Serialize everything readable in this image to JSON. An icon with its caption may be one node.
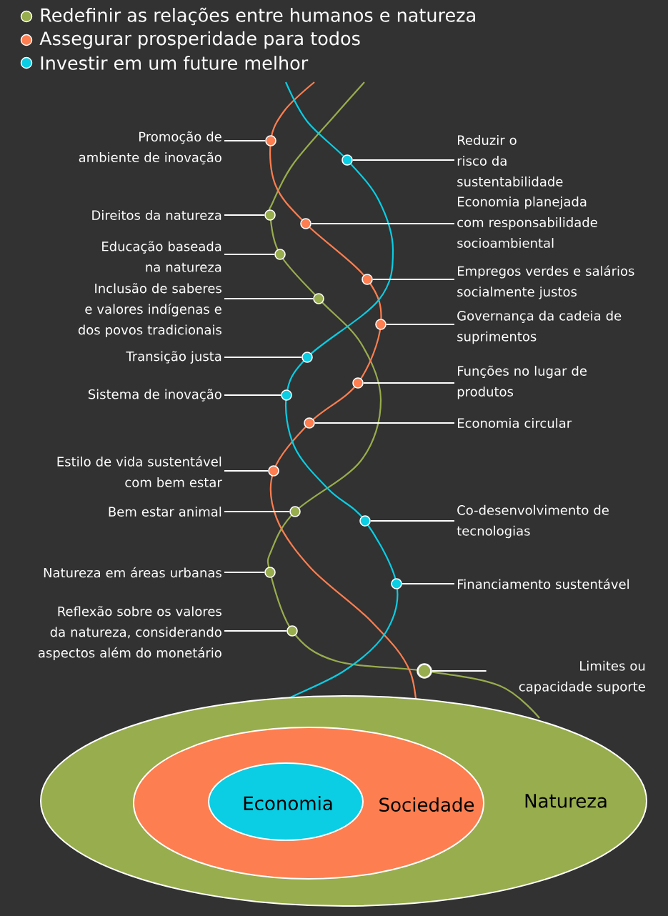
{
  "diagram": {
    "nodes": [
      {
        "text": [
          "Promoção de ambiente de inovação"
        ]
      },
      {
        "text": [],
        "shape": "circle"
      },
      {
        "text": [
          "Reduzir o risco da sustentabilidade"
        ]
      },
      {
        "text": [],
        "shape": "circle"
      },
      {
        "text": [
          "Direitos da natureza"
        ]
      },
      {
        "text": [],
        "shape": "circle"
      },
      {
        "text": [
          "Economia planejada com responsabilidade socioambiental"
        ]
      },
      {
        "text": [],
        "shape": "circle"
      },
      {
        "text": [
          "Educação baseada na natureza"
        ]
      },
      {
        "text": [],
        "shape": "circle"
      },
      {
        "text": [
          "Empregos verdes e salários socialmente justos"
        ]
      },
      {
        "text": [],
        "shape": "circle"
      },
      {
        "text": [
          "Inclusão de saberes e valores indígenas e dos povos tradicionais"
        ]
      },
      {
        "text": [],
        "shape": "circle"
      },
      {
        "text": [
          "Governança da cadeia de suprimentos"
        ]
      },
      {
        "text": [],
        "shape": "circle"
      },
      {
        "text": [
          "Transição justa"
        ]
      },
      {
        "text": [],
        "shape": "circle"
      },
      {
        "text": [
          "Funções no lugar de produtos"
        ]
      },
      {
        "text": [],
        "shape": "circle"
      },
      {
        "text": [
          "Sistema de inovação"
        ]
      },
      {
        "text": [],
        "shape": "circle"
      },
      {
        "text": [
          "Economia circular"
        ]
      },
      {
        "text": [],
        "shape": "circle"
      },
      {
        "text": [
          "Estilo de vida sustentável com bem estar"
        ]
      },
      {
        "text": [],
        "shape": "circle"
      },
      {
        "text": [
          "Bem estar animal"
        ]
      },
      {
        "text": [],
        "shape": "circle"
      },
      {
        "text": [
          "Co-desenvolvimento de tecnologias"
        ]
      },
      {
        "text": [],
        "shape": "circle"
      },
      {
        "text": [
          "Natureza em áreas urbanas"
        ]
      },
      {
        "text": [],
        "shape": "circle"
      },
      {
        "text": [
          "Financiamento sustentável"
        ]
      },
      {
        "text": [],
        "shape": "circle"
      },
      {
        "text": [
          "Reflexão sobre os valores da natureza, considerando aspectos além do monetário"
        ]
      },
      {
        "text": [],
        "shape": "circle"
      },
      {
        "text": [
          "Limites ou capacidade suporte"
        ]
      },
      {
        "text": [],
        "shape": "circle"
      },
      {
        "text": [
          "Natureza"
        ]
      },
      {
        "text": [
          "Sociedade"
        ],
        "in": 38
      },
      {
        "text": [
          "Economia"
        ],
        "in": 39
      }
    ],
    "edges": [
      {
        "from": 0,
        "to": 1,
        "arrow": "none"
      },
      {
        "from": 2,
        "to": 3,
        "arrow": "none"
      },
      {
        "from": 4,
        "to": 5,
        "arrow": "none"
      },
      {
        "from": 6,
        "to": 7,
        "arrow": "none"
      },
      {
        "from": 8,
        "to": 9,
        "arrow": "none"
      },
      {
        "from": 10,
        "to": 11,
        "arrow": "none"
      },
      {
        "from": 12,
        "to": 13,
        "arrow": "none"
      },
      {
        "from": 14,
        "to": 15,
        "arrow": "none"
      },
      {
        "from": 16,
        "to": 17,
        "arrow": "none"
      },
      {
        "from": 18,
        "to": 19,
        "arrow": "none"
      },
      {
        "from": 20,
        "to": 21,
        "arrow": "none"
      },
      {
        "from": 22,
        "to": 23,
        "arrow": "none"
      },
      {
        "from": 24,
        "to": 25,
        "arrow": "none"
      },
      {
        "from": 26,
        "to": 27,
        "arrow": "none"
      },
      {
        "from": 28,
        "to": 29,
        "arrow": "none"
      },
      {
        "from": 30,
        "to": 31,
        "arrow": "none"
      },
      {
        "from": 32,
        "to": 33,
        "arrow": "none"
      },
      {
        "from": 34,
        "to": 35,
        "arrow": "none"
      },
      {
        "from": 36,
        "to": 37,
        "arrow": "none"
      }
    ],
    "legend": [
      {
        "text": "Redefinir as relações entre humanos e natureza",
        "color": "#98ad4d"
      },
      {
        "text": "Assegurar prosperidade para todos",
        "color": "#fd7e50"
      },
      {
        "text": "Investir em um future melhor",
        "color": "#0bcde3"
      }
    ]
  }
}
